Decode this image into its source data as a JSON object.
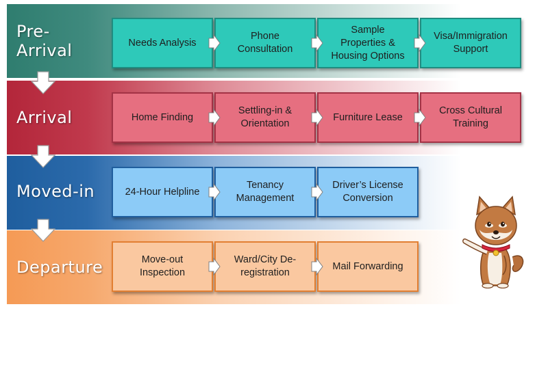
{
  "stages": [
    {
      "label": "Pre-\nArrival",
      "steps": [
        "Needs Analysis",
        "Phone\nConsultation",
        "Sample\nProperties &\nHousing Options",
        "Visa/Immigration\nSupport"
      ]
    },
    {
      "label": "Arrival",
      "steps": [
        "Home Finding",
        "Settling-in &\nOrientation",
        "Furniture Lease",
        "Cross Cultural\nTraining"
      ]
    },
    {
      "label": "Moved-in",
      "steps": [
        "24-Hour Helpline",
        "Tenancy\nManagement",
        "Driver’s License\nConversion"
      ]
    },
    {
      "label": "Departure",
      "steps": [
        "Move-out\nInspection",
        "Ward/City De-\nregistration",
        "Mail Forwarding"
      ]
    }
  ],
  "colors": {
    "pre_arrival_band": "#2f7d6f",
    "pre_arrival_box": "#2ec9b9",
    "arrival_band": "#b3263a",
    "arrival_box": "#e66f80",
    "moved_in_band": "#1f5e9e",
    "moved_in_box": "#8ccbf7",
    "departure_band": "#f59a55",
    "departure_box": "#fac8a0",
    "text_dark": "#1e1e1e"
  },
  "icons": [
    "chevron-right-icon",
    "down-arrow-icon",
    "shiba-dog-mascot-icon"
  ]
}
